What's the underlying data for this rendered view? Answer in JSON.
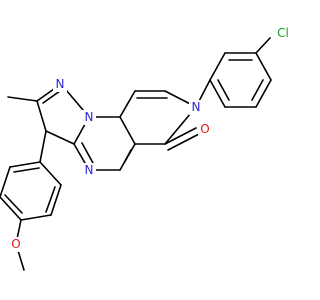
{
  "molecule": {
    "atom_labels": {
      "cl": "Cl",
      "n_pyridone": "N",
      "o_carbonyl": "O",
      "n_pyrazole": "N",
      "n_bridge": "N",
      "n_pyrimidine": "N",
      "o_methoxy": "O"
    },
    "colors": {
      "bond": "#000000",
      "nitrogen": "#2a2ad8",
      "oxygen": "#e01a1a",
      "chlorine": "#1fa01f",
      "background": "#ffffff"
    }
  }
}
